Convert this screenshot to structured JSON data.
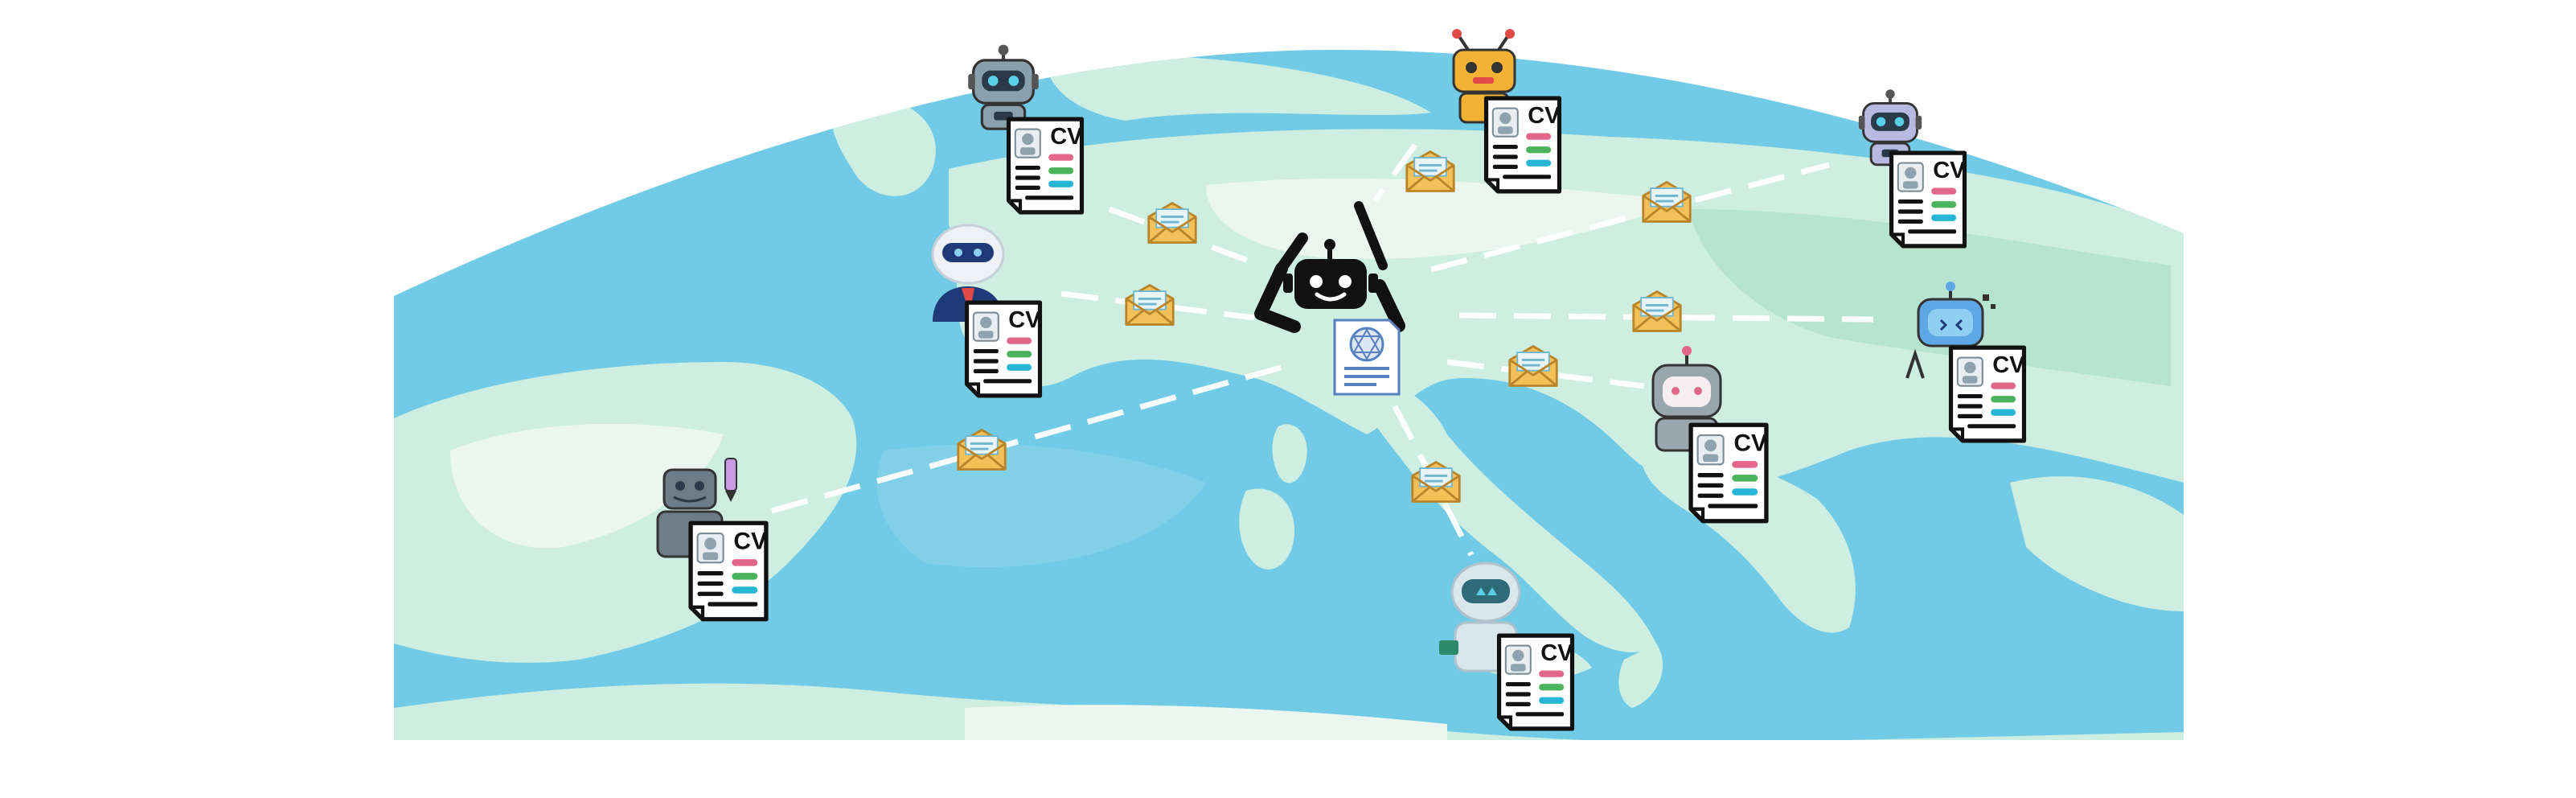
{
  "labels": {
    "cv": "CV"
  },
  "colors": {
    "background": "#ffffff",
    "sea": "#72cbe6",
    "sea_light": "#8fd6ea",
    "land": "#cdeee0",
    "land_light": "#eaf6ef",
    "land_mid": "#a8dcc6",
    "connector": "#ffffff",
    "envelope": "#f2c15a",
    "envelope_edge": "#b9852a",
    "envelope_insert": "#6fb6d0",
    "hub": "#111111",
    "cv_paper": "#ffffff",
    "cv_edge": "#111111",
    "cv_bar_pink": "#e2678a",
    "cv_bar_green": "#4bb35b",
    "cv_bar_cyan": "#28b6d6",
    "neural_doc": "#5a7fc0"
  },
  "diagram": {
    "hub": {
      "icon": "hub-robot-icon",
      "document_icon": "neural-network-document-icon"
    },
    "agents": [
      {
        "id": "north-west",
        "icon": "robot-grey-antenna-icon",
        "color": "#8aa0ad"
      },
      {
        "id": "north",
        "icon": "robot-yellow-icon",
        "color": "#f2b233"
      },
      {
        "id": "north-east",
        "icon": "robot-lavender-icon",
        "color": "#b7b9e0"
      },
      {
        "id": "west",
        "icon": "robot-navy-suit-icon",
        "color": "#1f3a78"
      },
      {
        "id": "east",
        "icon": "robot-blue-waving-icon",
        "color": "#5da8e4"
      },
      {
        "id": "south-east",
        "icon": "robot-pink-cheeks-icon",
        "color": "#9aa6ae"
      },
      {
        "id": "south-west",
        "icon": "robot-pen-icon",
        "color": "#6d7c86"
      },
      {
        "id": "south",
        "icon": "robot-teal-icon",
        "color": "#d9e6ec"
      }
    ],
    "envelope_icon": "envelope-icon",
    "cv_icon": "cv-document-icon"
  }
}
